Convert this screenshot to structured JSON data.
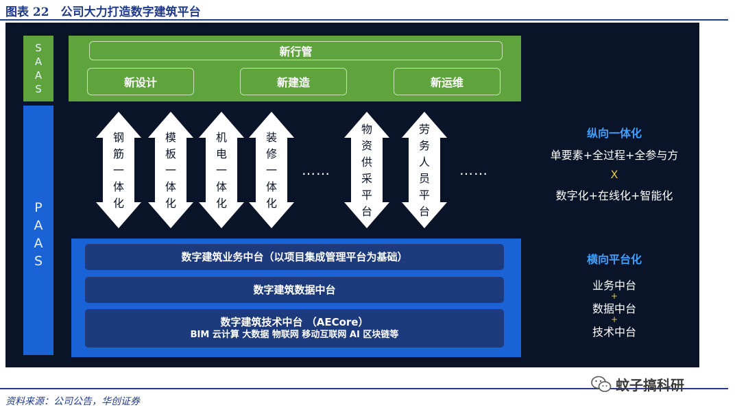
{
  "figure": {
    "title": "图表 22　公司大力打造数字建筑平台",
    "source": "资料来源：公司公告，华创证券",
    "watermark": "蚊子搞科研",
    "watermark_icon": "wechat-icon"
  },
  "layers": {
    "saas": {
      "letters": [
        "S",
        "A",
        "A",
        "S"
      ],
      "color": "#5ea33c"
    },
    "paas": {
      "letters": [
        "P",
        "A",
        "A",
        "S"
      ],
      "color": "#1a63d6"
    }
  },
  "saas_panel": {
    "top": "新行管",
    "modules": [
      "新设计",
      "新建造",
      "新运维"
    ]
  },
  "arrows": [
    {
      "chars": [
        "钢",
        "筋",
        "一",
        "体",
        "化"
      ]
    },
    {
      "chars": [
        "模",
        "板",
        "一",
        "体",
        "化"
      ]
    },
    {
      "chars": [
        "机",
        "电",
        "一",
        "体",
        "化"
      ]
    },
    {
      "chars": [
        "装",
        "修",
        "一",
        "体",
        "化"
      ]
    },
    {
      "chars": [
        "物",
        "资",
        "供",
        "采",
        "平",
        "台"
      ]
    },
    {
      "chars": [
        "劳",
        "务",
        "人",
        "员",
        "平",
        "台"
      ]
    }
  ],
  "ellipsis": "……",
  "paas_panel": {
    "rows": [
      {
        "text": "数字建筑业务中台（以项目集成管理平台为基础）"
      },
      {
        "text": "数字建筑数据中台"
      },
      {
        "text": "数字建筑技术中台 （AECore）",
        "sub": "BIM 云计算 大数据 物联网 移动互联网 AI 区块链等"
      }
    ]
  },
  "vertical_side": {
    "heading": "纵向一体化",
    "line1": "单要素+全过程+全参与方",
    "cross": "X",
    "line2": "数字化+在线化+智能化"
  },
  "horizontal_side": {
    "heading": "横向平台化",
    "items": [
      "业务中台",
      "数据中台",
      "技术中台"
    ],
    "plus": "+"
  },
  "colors": {
    "background": "#0a1428",
    "accent_green": "#5ea33c",
    "accent_blue": "#1a63d6",
    "row_blue": "#1d3a7c",
    "heading_blue": "#3ea0ff",
    "title_navy": "#1f3a8a"
  }
}
